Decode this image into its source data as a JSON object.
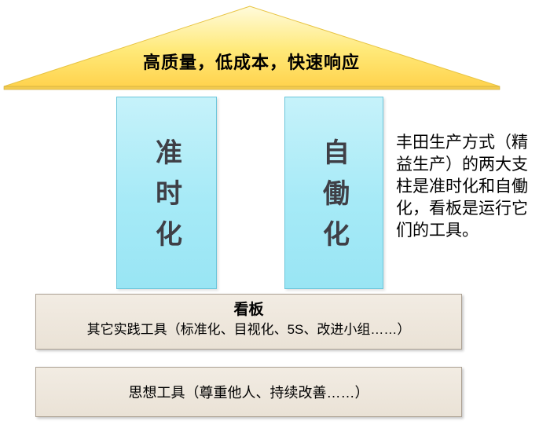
{
  "diagram": {
    "roof_label": "高质量，低成本，快速响应",
    "pillars": [
      {
        "label": "准时化"
      },
      {
        "label": "自働化"
      }
    ],
    "side_note": "丰田生产方式（精益生产）的两大支柱是准时化和自働化，看板是运行它们的工具。",
    "kanban_box": {
      "title": "看板",
      "tools": "其它实践工具（标准化、目视化、5S、改进小组……）"
    },
    "thought_box": {
      "line": "思想工具（尊重他人、持续改善……）"
    },
    "colors": {
      "roof_fill_top": "#FFFBDC",
      "roof_fill_bottom": "#FFD34E",
      "roof_border": "#E8C443",
      "pillar_fill": "#A6EAF7",
      "pillar_border": "#6CC6DB",
      "pillar_text": "#3F3F46",
      "box_fill": "#EDE6DC",
      "box_border": "#ABA092",
      "text": "#000000"
    }
  }
}
